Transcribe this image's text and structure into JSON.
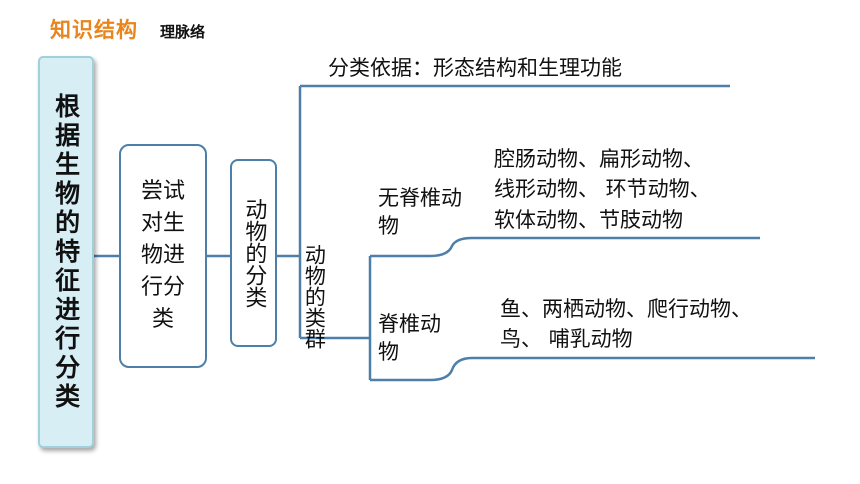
{
  "header": {
    "title": "知识结构",
    "subtitle": "理脉络"
  },
  "root": {
    "label": "根据生物的特征进行分类"
  },
  "level1": {
    "label": "尝试对生物进行分类"
  },
  "level2": {
    "label": "动物的分类"
  },
  "basis": {
    "text": "分类依据：形态结构和生理功能"
  },
  "groups": {
    "label": "动物的类群"
  },
  "invertebrate": {
    "label": "无脊椎动物",
    "lines": [
      "腔肠动物、扁形动物、",
      "线形动物、 环节动物、",
      "软体动物、节肢动物"
    ]
  },
  "vertebrate": {
    "label": "脊椎动物",
    "lines": [
      "鱼、两栖动物、爬行动物、",
      "鸟、 哺乳动物"
    ]
  },
  "colors": {
    "line": "#4d7fa8",
    "header": "#e8851c",
    "root_fill": "#d7eef5"
  }
}
